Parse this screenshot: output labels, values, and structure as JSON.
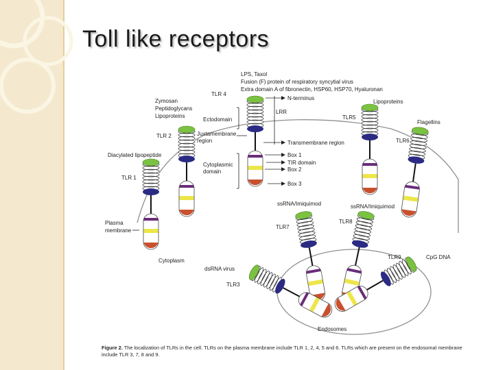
{
  "slide": {
    "title": "Toll like receptors",
    "colors": {
      "background": "#ffffff",
      "side_band": "#f2e6c6",
      "ectodomain_green": "#7cc242",
      "navy": "#2b2b84",
      "purple": "#6a2d7a",
      "yellow": "#ece64a",
      "red": "#c8502e"
    }
  },
  "diagram": {
    "ligands": {
      "tlr4": [
        "LPS, Taxol",
        "Fusion (F) protein of respiratory syncytial virus",
        "Extra domain A of fibronectin, HSP60, HSP70, Hyaluronan"
      ],
      "tlr2": [
        "Zymosan",
        "Peptidoglycans",
        "Lipoproteins"
      ],
      "tlr1": "Diacylated lipopeptide",
      "tlr5": "Lipoproteins",
      "tlr6": "Flagellins",
      "tlr7": "ssRNA/Imiquimod",
      "tlr8": "ssRNA/Imiquimod",
      "tlr9": "CpG DNA",
      "tlr3": "dsRNA virus"
    },
    "receptors": {
      "tlr4": "TLR 4",
      "tlr2": "TLR 2",
      "tlr1": "TLR 1",
      "tlr5": "TLR5",
      "tlr6": "TLR6",
      "tlr7": "TLR7",
      "tlr8": "TLR8",
      "tlr9": "TLR9",
      "tlr3": "TLR3"
    },
    "domains": {
      "ectodomain": "Ectodomain",
      "juxtamembrane": [
        "Juxtamembrane",
        "region"
      ],
      "cytoplasmic": [
        "Cytoplasmic",
        "domain"
      ],
      "lrr": "LRR",
      "n_terminus": "N-terminus",
      "transmembrane": "Transmembrane region",
      "box1": "Box 1",
      "tir": "TIR domain",
      "box2": "Box 2",
      "box3": "Box 3"
    },
    "compartments": {
      "plasma_membrane": [
        "Plasma",
        "membrane"
      ],
      "cytoplasm": "Cytoplasm",
      "endosomes": "Endosomes"
    }
  },
  "caption": {
    "figure_label": "Figure 2.",
    "text": "The localization of TLRs in the cell. TLRs on the plasma membrane include TLR 1, 2, 4, 5 and 6. TLRs which are present on the endosomal membrane include TLR 3, 7, 8 and 9."
  }
}
